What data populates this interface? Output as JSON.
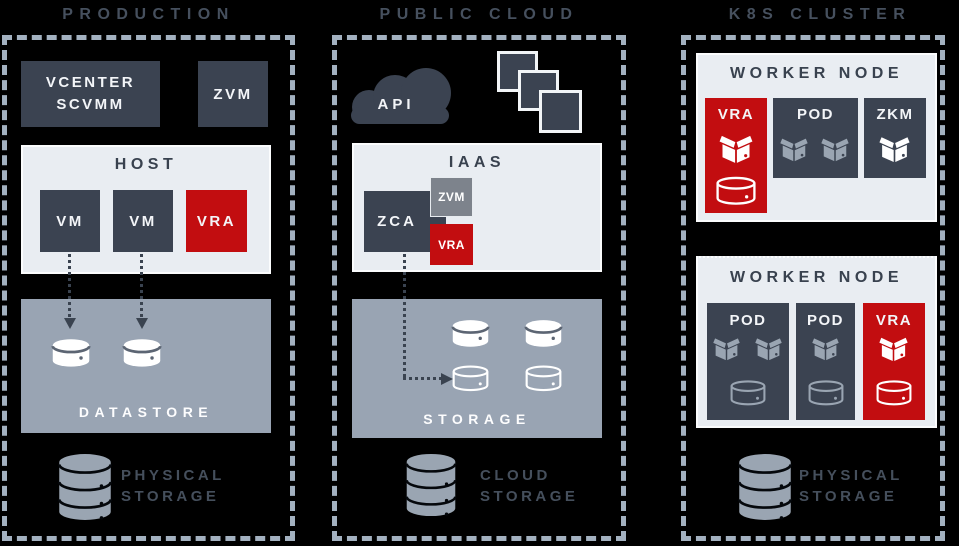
{
  "colors": {
    "background": "#000000",
    "slate_box": "#3b4351",
    "red_box": "#c20d10",
    "light_panel": "#e9edf2",
    "blue_gray_panel": "#99a4b3",
    "mid_gray_box": "#7d838c",
    "dashed_border": "#a3b1c0",
    "outer_title_text": "#46505e",
    "dark_side_text": "#454f5c",
    "white_text": "#f3f5f8",
    "storage_icon_gray": "#9aa5b2",
    "connector": "#3a4350"
  },
  "production": {
    "title": "PRODUCTION",
    "vcenter_line1": "VCENTER",
    "vcenter_line2": "SCVMM",
    "zvm_label": "ZVM",
    "host": {
      "title": "HOST",
      "vm1": "VM",
      "vm2": "VM",
      "vra": "VRA"
    },
    "datastore_label": "DATASTORE",
    "physical_line1": "PHYSICAL",
    "physical_line2": "STORAGE"
  },
  "public_cloud": {
    "title": "PUBLIC CLOUD",
    "api_label": "API",
    "iaas": {
      "title": "IAAS",
      "zca": "ZCA",
      "zvm": "ZVM",
      "vra": "VRA"
    },
    "storage_label": "STORAGE",
    "cloud_line1": "CLOUD",
    "cloud_line2": "STORAGE"
  },
  "k8s": {
    "title": "K8S CLUSTER",
    "worker1": {
      "title": "WORKER NODE",
      "vra": "VRA",
      "pod": "POD",
      "zkm": "ZKM"
    },
    "worker2": {
      "title": "WORKER NODE",
      "pod1": "POD",
      "pod2": "POD",
      "vra": "VRA"
    },
    "physical_line1": "PHYSICAL",
    "physical_line2": "STORAGE"
  }
}
